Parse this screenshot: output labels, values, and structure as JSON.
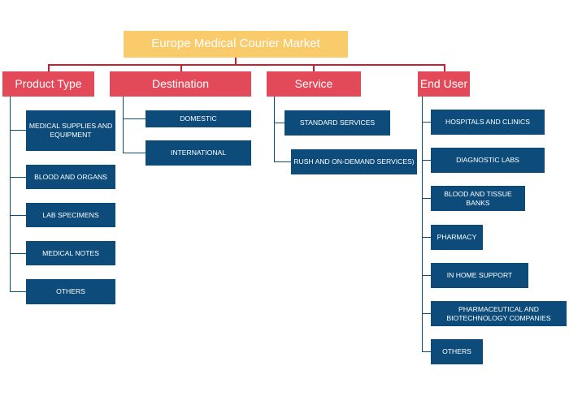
{
  "title": "Europe Medical Courier Market",
  "categories": [
    {
      "label": "Product Type",
      "items": [
        "MEDICAL SUPPLIES AND EQUIPMENT",
        "BLOOD AND ORGANS",
        "LAB SPECIMENS",
        "MEDICAL NOTES",
        "OTHERS"
      ]
    },
    {
      "label": "Destination",
      "items": [
        "DOMESTIC",
        "INTERNATIONAL"
      ]
    },
    {
      "label": "Service",
      "items": [
        "STANDARD SERVICES",
        "RUSH AND ON-DEMAND SERVICES)"
      ]
    },
    {
      "label": "End User",
      "items": [
        "HOSPITALS AND CLINICS",
        "DIAGNOSTIC LABS",
        "BLOOD AND TISSUE BANKS",
        "PHARMACY",
        "IN HOME SUPPORT",
        "PHARMACEUTICAL AND BIOTECHNOLOGY COMPANIES",
        "OTHERS"
      ]
    }
  ],
  "colors": {
    "root": "#f9cb6b",
    "category": "#e24a5a",
    "leaf": "#0d4c7a",
    "connector": "#c8202f"
  }
}
